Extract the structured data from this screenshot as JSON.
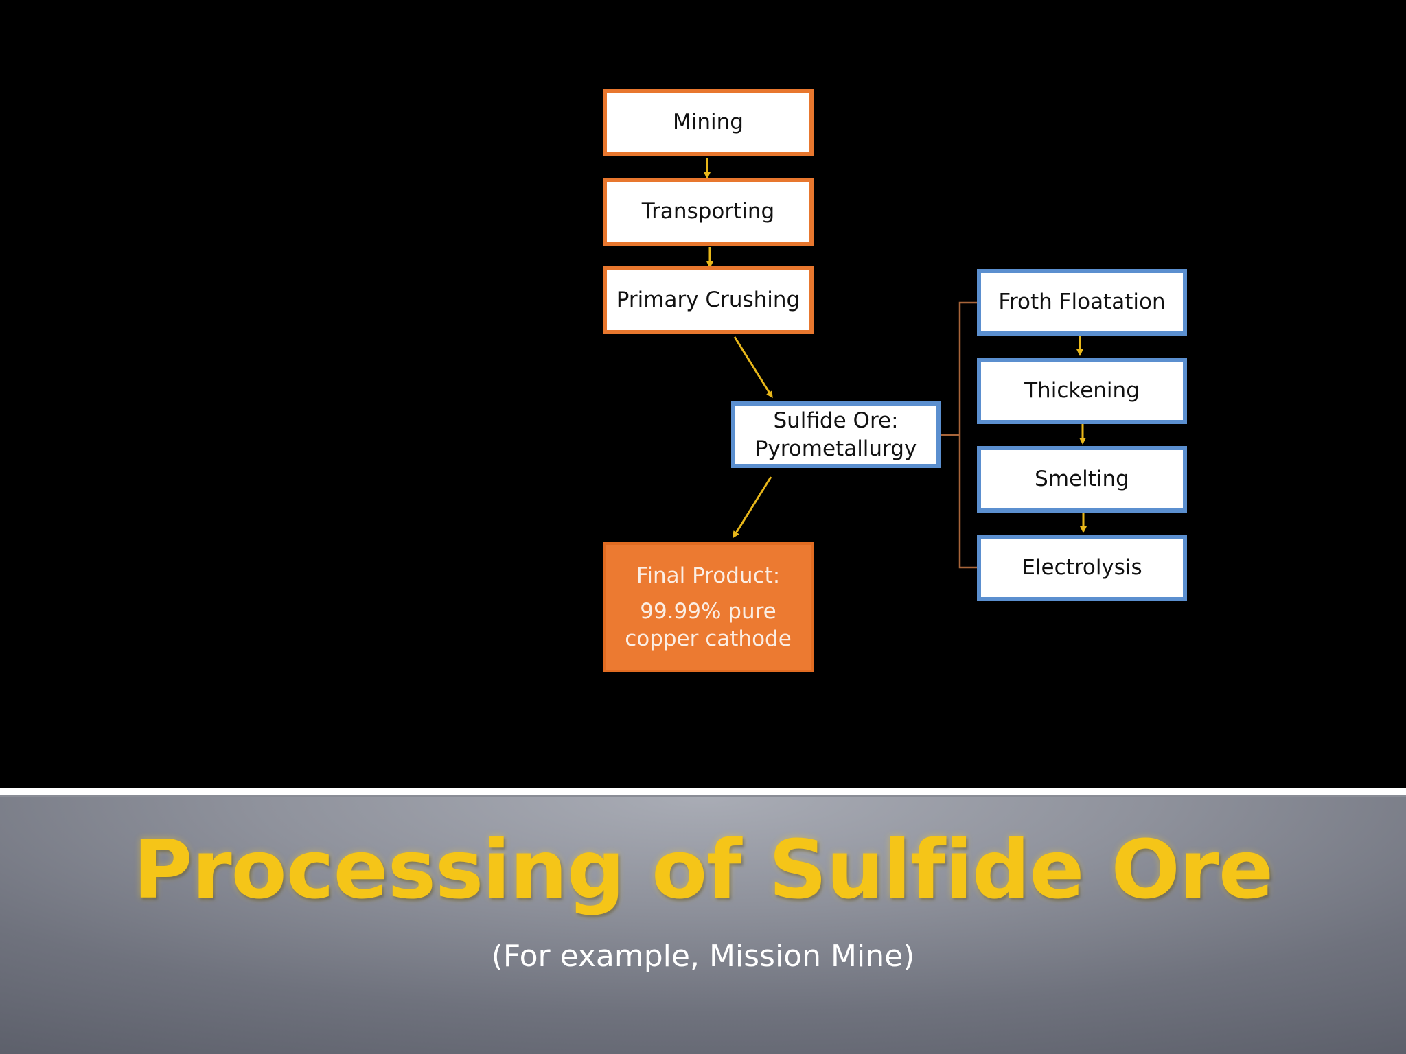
{
  "diagram": {
    "mining": "Mining",
    "transporting": "Transporting",
    "primary_crushing": "Primary Crushing",
    "sulfide_ore_line1": "Sulfide Ore:",
    "sulfide_ore_line2": "Pyrometallurgy",
    "froth_floatation": "Froth Floatation",
    "thickening": "Thickening",
    "smelting": "Smelting",
    "electrolysis": "Electrolysis",
    "final_heading": "Final Product:",
    "final_line1": "99.99% pure",
    "final_line2": "copper cathode"
  },
  "slide": {
    "title": "Processing of Sulfide Ore",
    "subtitle": "(For example, Mission Mine)"
  },
  "colors": {
    "background": "#000000",
    "orange_border": "#e8772e",
    "blue_border": "#5b8fcf",
    "final_fill": "#ec7a31",
    "arrow": "#e8b71a",
    "bracket": "#a8653a",
    "title_text": "#f5c518"
  }
}
